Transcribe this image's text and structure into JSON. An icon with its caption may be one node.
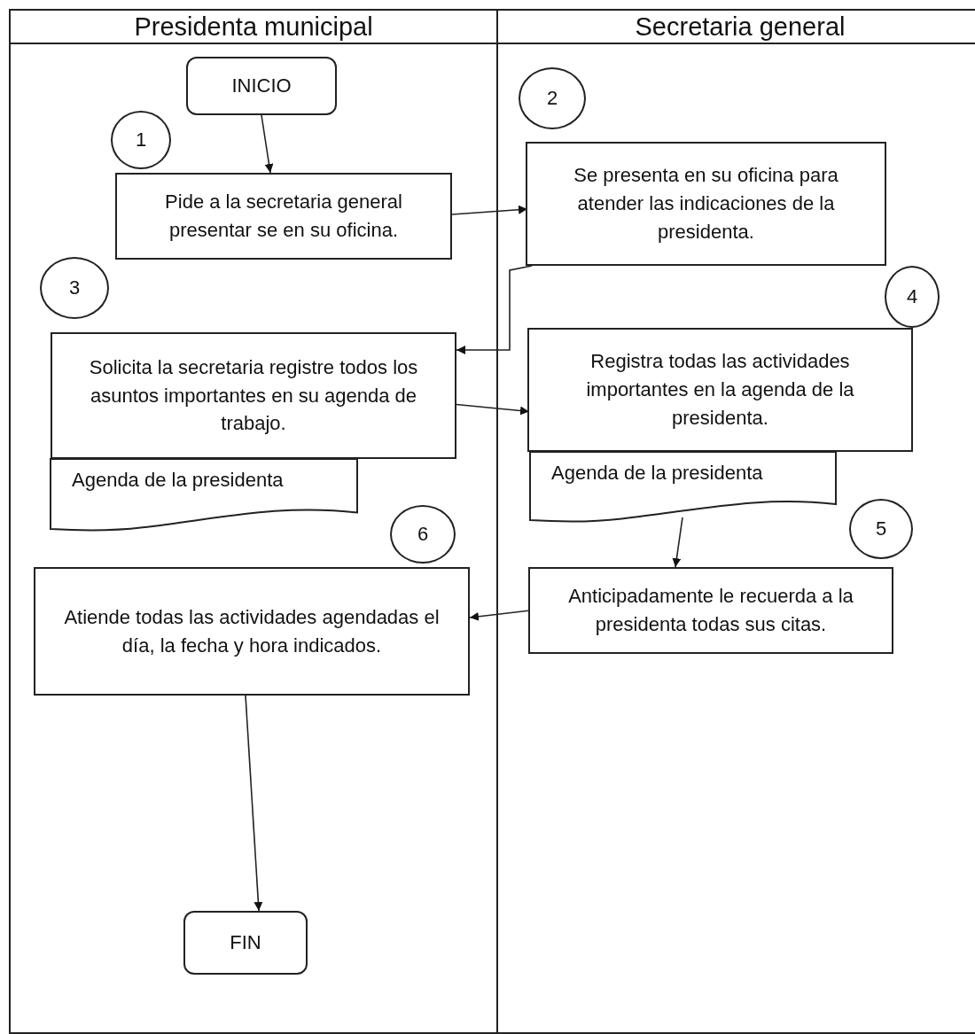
{
  "diagram": {
    "nodes": [
      {
        "text": [
          "Presidenta municipal"
        ]
      },
      {
        "text": [
          "Secretaria general"
        ]
      },
      {
        "text": [
          "INICIO"
        ],
        "in": 0
      },
      {
        "text": [
          "1"
        ],
        "in": 0
      },
      {
        "text": [
          "Pide a la secretaria general presentar se en su oficina."
        ],
        "in": 0
      },
      {
        "text": [
          "2"
        ],
        "in": 1
      },
      {
        "text": [
          "Se presenta en su oficina para atender las indicaciones de la presidenta."
        ],
        "in": 1
      },
      {
        "text": [
          "3"
        ],
        "in": 0
      },
      {
        "text": [
          "4"
        ],
        "in": 1
      },
      {
        "text": [
          "Solicita la secretaria registre todos los asuntos importantes en su agenda de trabajo."
        ],
        "in": 0
      },
      {
        "text": [
          "Agenda de la presidenta"
        ],
        "in": 0
      },
      {
        "text": [
          "Registra todas las actividades importantes en la agenda de la presidenta."
        ],
        "in": 1
      },
      {
        "text": [
          "Agenda de la presidenta"
        ],
        "in": 1
      },
      {
        "text": [
          "5"
        ],
        "in": 1
      },
      {
        "text": [
          "6"
        ],
        "in": 0
      },
      {
        "text": [
          "Atiende todas las actividades agendadas el día, la fecha y hora indicados."
        ],
        "in": 0
      },
      {
        "text": [
          "Anticipadamente le recuerda a la presidenta todas sus citas."
        ],
        "in": 1
      },
      {
        "text": [
          "FIN"
        ],
        "in": 0
      }
    ],
    "edges": [
      {
        "from": 2,
        "to": 4,
        "arrow": "to"
      },
      {
        "from": 4,
        "to": 6,
        "arrow": "to"
      },
      {
        "from": 6,
        "to": 9,
        "arrow": "to"
      },
      {
        "from": 9,
        "to": 11,
        "arrow": "to"
      },
      {
        "from": 12,
        "to": 16,
        "arrow": "to"
      },
      {
        "from": 16,
        "to": 15,
        "arrow": "to"
      },
      {
        "from": 15,
        "to": 17,
        "arrow": "to"
      }
    ]
  }
}
